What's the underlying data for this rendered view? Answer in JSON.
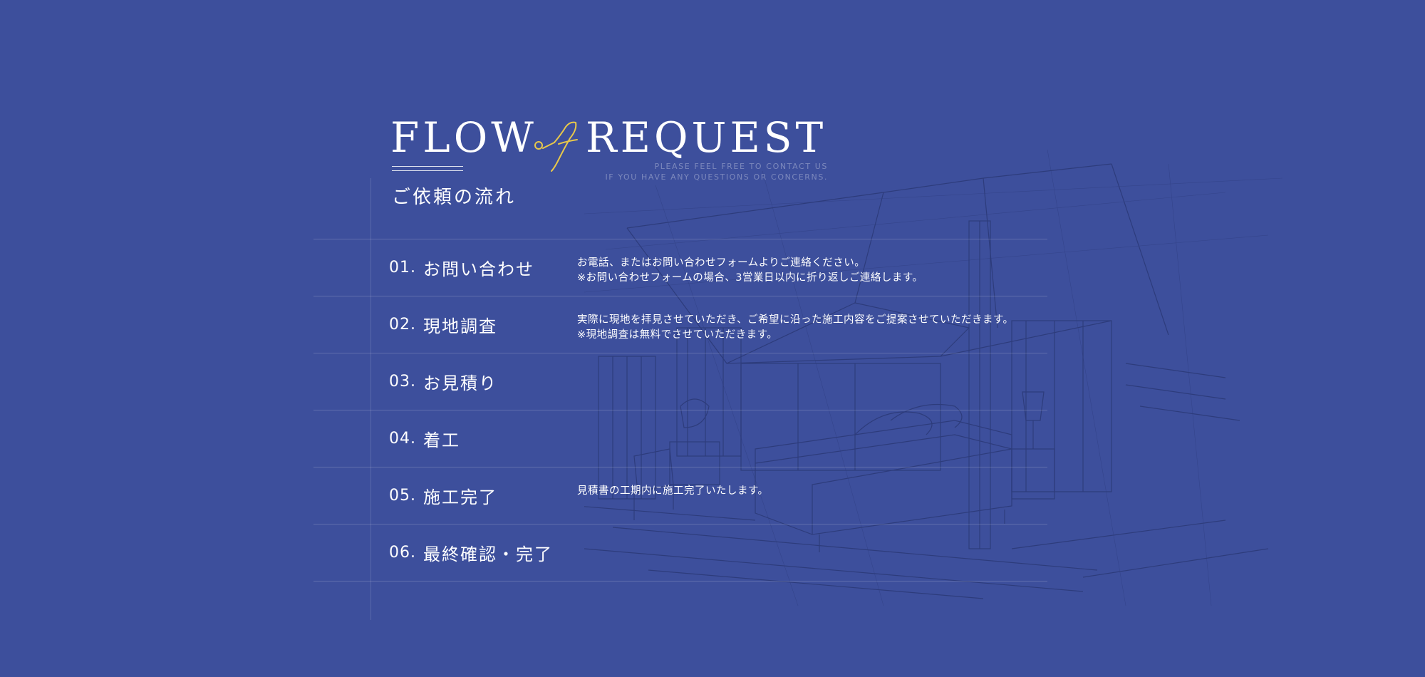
{
  "header": {
    "title_left": "FLOW",
    "title_of": "of",
    "title_right": "REQUEST",
    "tagline": [
      "PLEASE FEEL FREE TO CONTACT US",
      "IF YOU HAVE ANY QUESTIONS OR CONCERNS."
    ],
    "subtitle": "ご依頼の流れ"
  },
  "steps": [
    {
      "num": "01.",
      "title": "お問い合わせ",
      "desc": [
        "お電話、またはお問い合わせフォームよりご連絡ください。",
        "※お問い合わせフォームの場合、3営業日以内に折り返しご連絡します。"
      ]
    },
    {
      "num": "02.",
      "title": "現地調査",
      "desc": [
        "実際に現地を拝見させていただき、ご希望に沿った施工内容をご提案させていただきます。",
        "※現地調査は無料でさせていただきます。"
      ]
    },
    {
      "num": "03.",
      "title": "お見積り",
      "desc": [
        "",
        ""
      ]
    },
    {
      "num": "04.",
      "title": "着工",
      "desc": [
        "",
        ""
      ]
    },
    {
      "num": "05.",
      "title": "施工完了",
      "desc": [
        "見積書の工期内に施工完了いたします。",
        ""
      ]
    },
    {
      "num": "06.",
      "title": "最終確認・完了",
      "desc": [
        "",
        ""
      ]
    }
  ],
  "colors": {
    "background": "#3d4f9c",
    "accent_script": "#e8c84a",
    "text": "#ffffff"
  },
  "decor": {
    "background_illustration": "interior-sketch",
    "script_icon": "of-script-icon"
  }
}
